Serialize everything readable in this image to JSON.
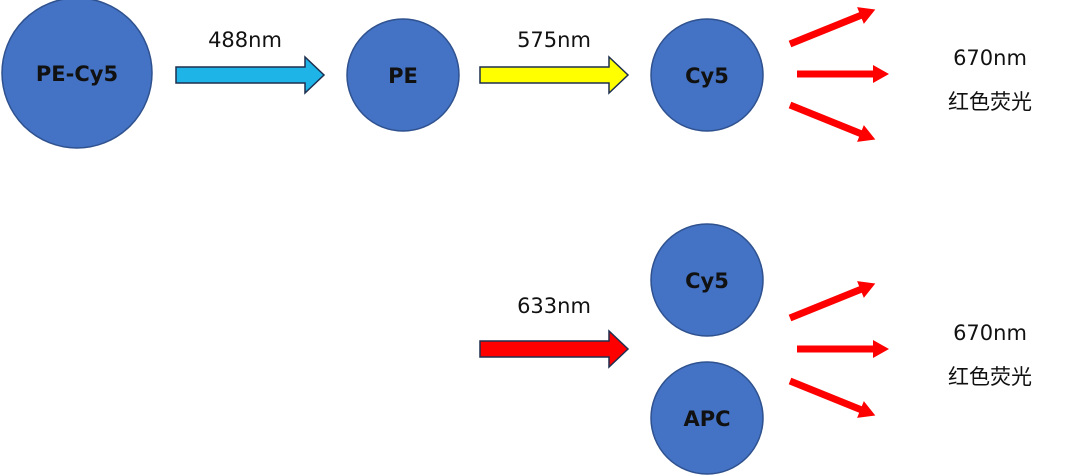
{
  "colors": {
    "circle_fill": "#4472c4",
    "circle_stroke": "#2f528f",
    "arrow_blue": "#1fb4e8",
    "arrow_yellow": "#ffff00",
    "arrow_red": "#ff0000",
    "outline": "#1f2f4f"
  },
  "top_row": {
    "donor": "PE-Cy5",
    "excitation": "488nm",
    "intermediate": "PE",
    "transfer": "575nm",
    "acceptor": "Cy5",
    "emission_wavelength": "670nm",
    "emission_color": "红色荧光"
  },
  "bottom_row": {
    "excitation": "633nm",
    "molecule_a": "Cy5",
    "molecule_b": "APC",
    "emission_wavelength": "670nm",
    "emission_color": "红色荧光"
  }
}
